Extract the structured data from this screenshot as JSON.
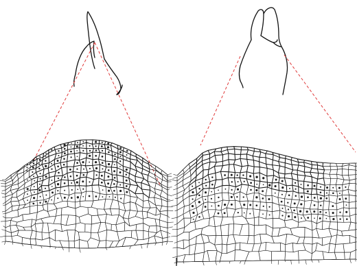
{
  "figure": {
    "background": "#ffffff",
    "line_color": "#111111",
    "guide_color": "#e03a3a",
    "panels": [
      {
        "id": "left",
        "shape": "dome",
        "seed": 7
      },
      {
        "id": "right",
        "shape": "saddle",
        "seed": 19
      }
    ]
  }
}
